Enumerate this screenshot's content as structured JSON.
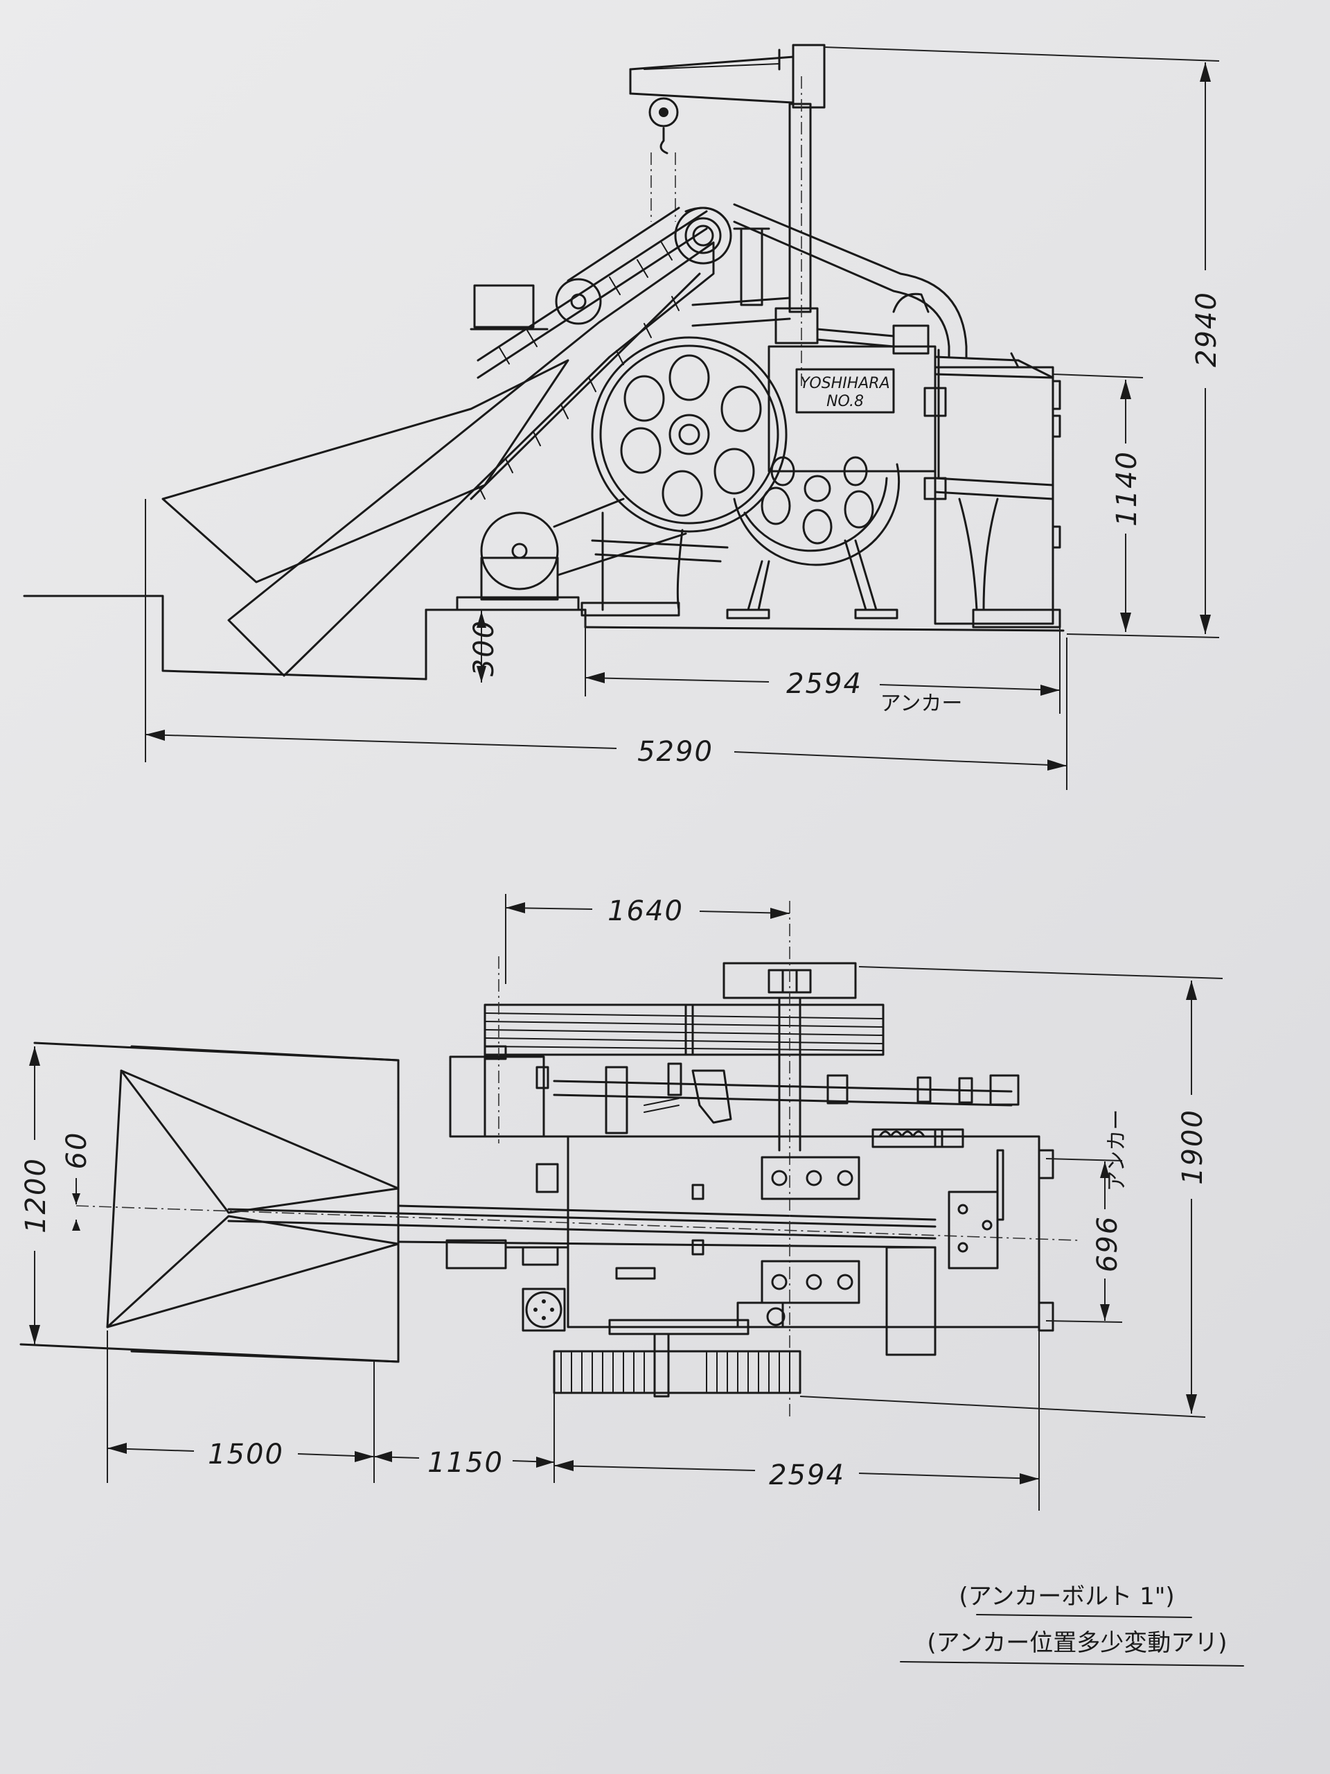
{
  "nameplate": {
    "line1": "YOSHIHARA",
    "line2": "NO.8"
  },
  "side_view": {
    "dim_height_total": "2940",
    "dim_height_body": "1140",
    "dim_base": "300",
    "dim_anchor_length": "2594",
    "dim_anchor_label": "アンカー",
    "dim_overall_length": "5290"
  },
  "plan_view": {
    "dim_top": "1640",
    "dim_width_total": "1900",
    "dim_anchor_spacing": "696",
    "dim_anchor_label": "アンカー",
    "dim_hopper_width": "1200",
    "dim_offset": "60",
    "dim_hopper_length": "1500",
    "dim_gap": "1150",
    "dim_body_length": "2594"
  },
  "notes": {
    "line1": "(アンカーボルト 1\")",
    "line2": "(アンカー位置多少変動アリ)"
  }
}
